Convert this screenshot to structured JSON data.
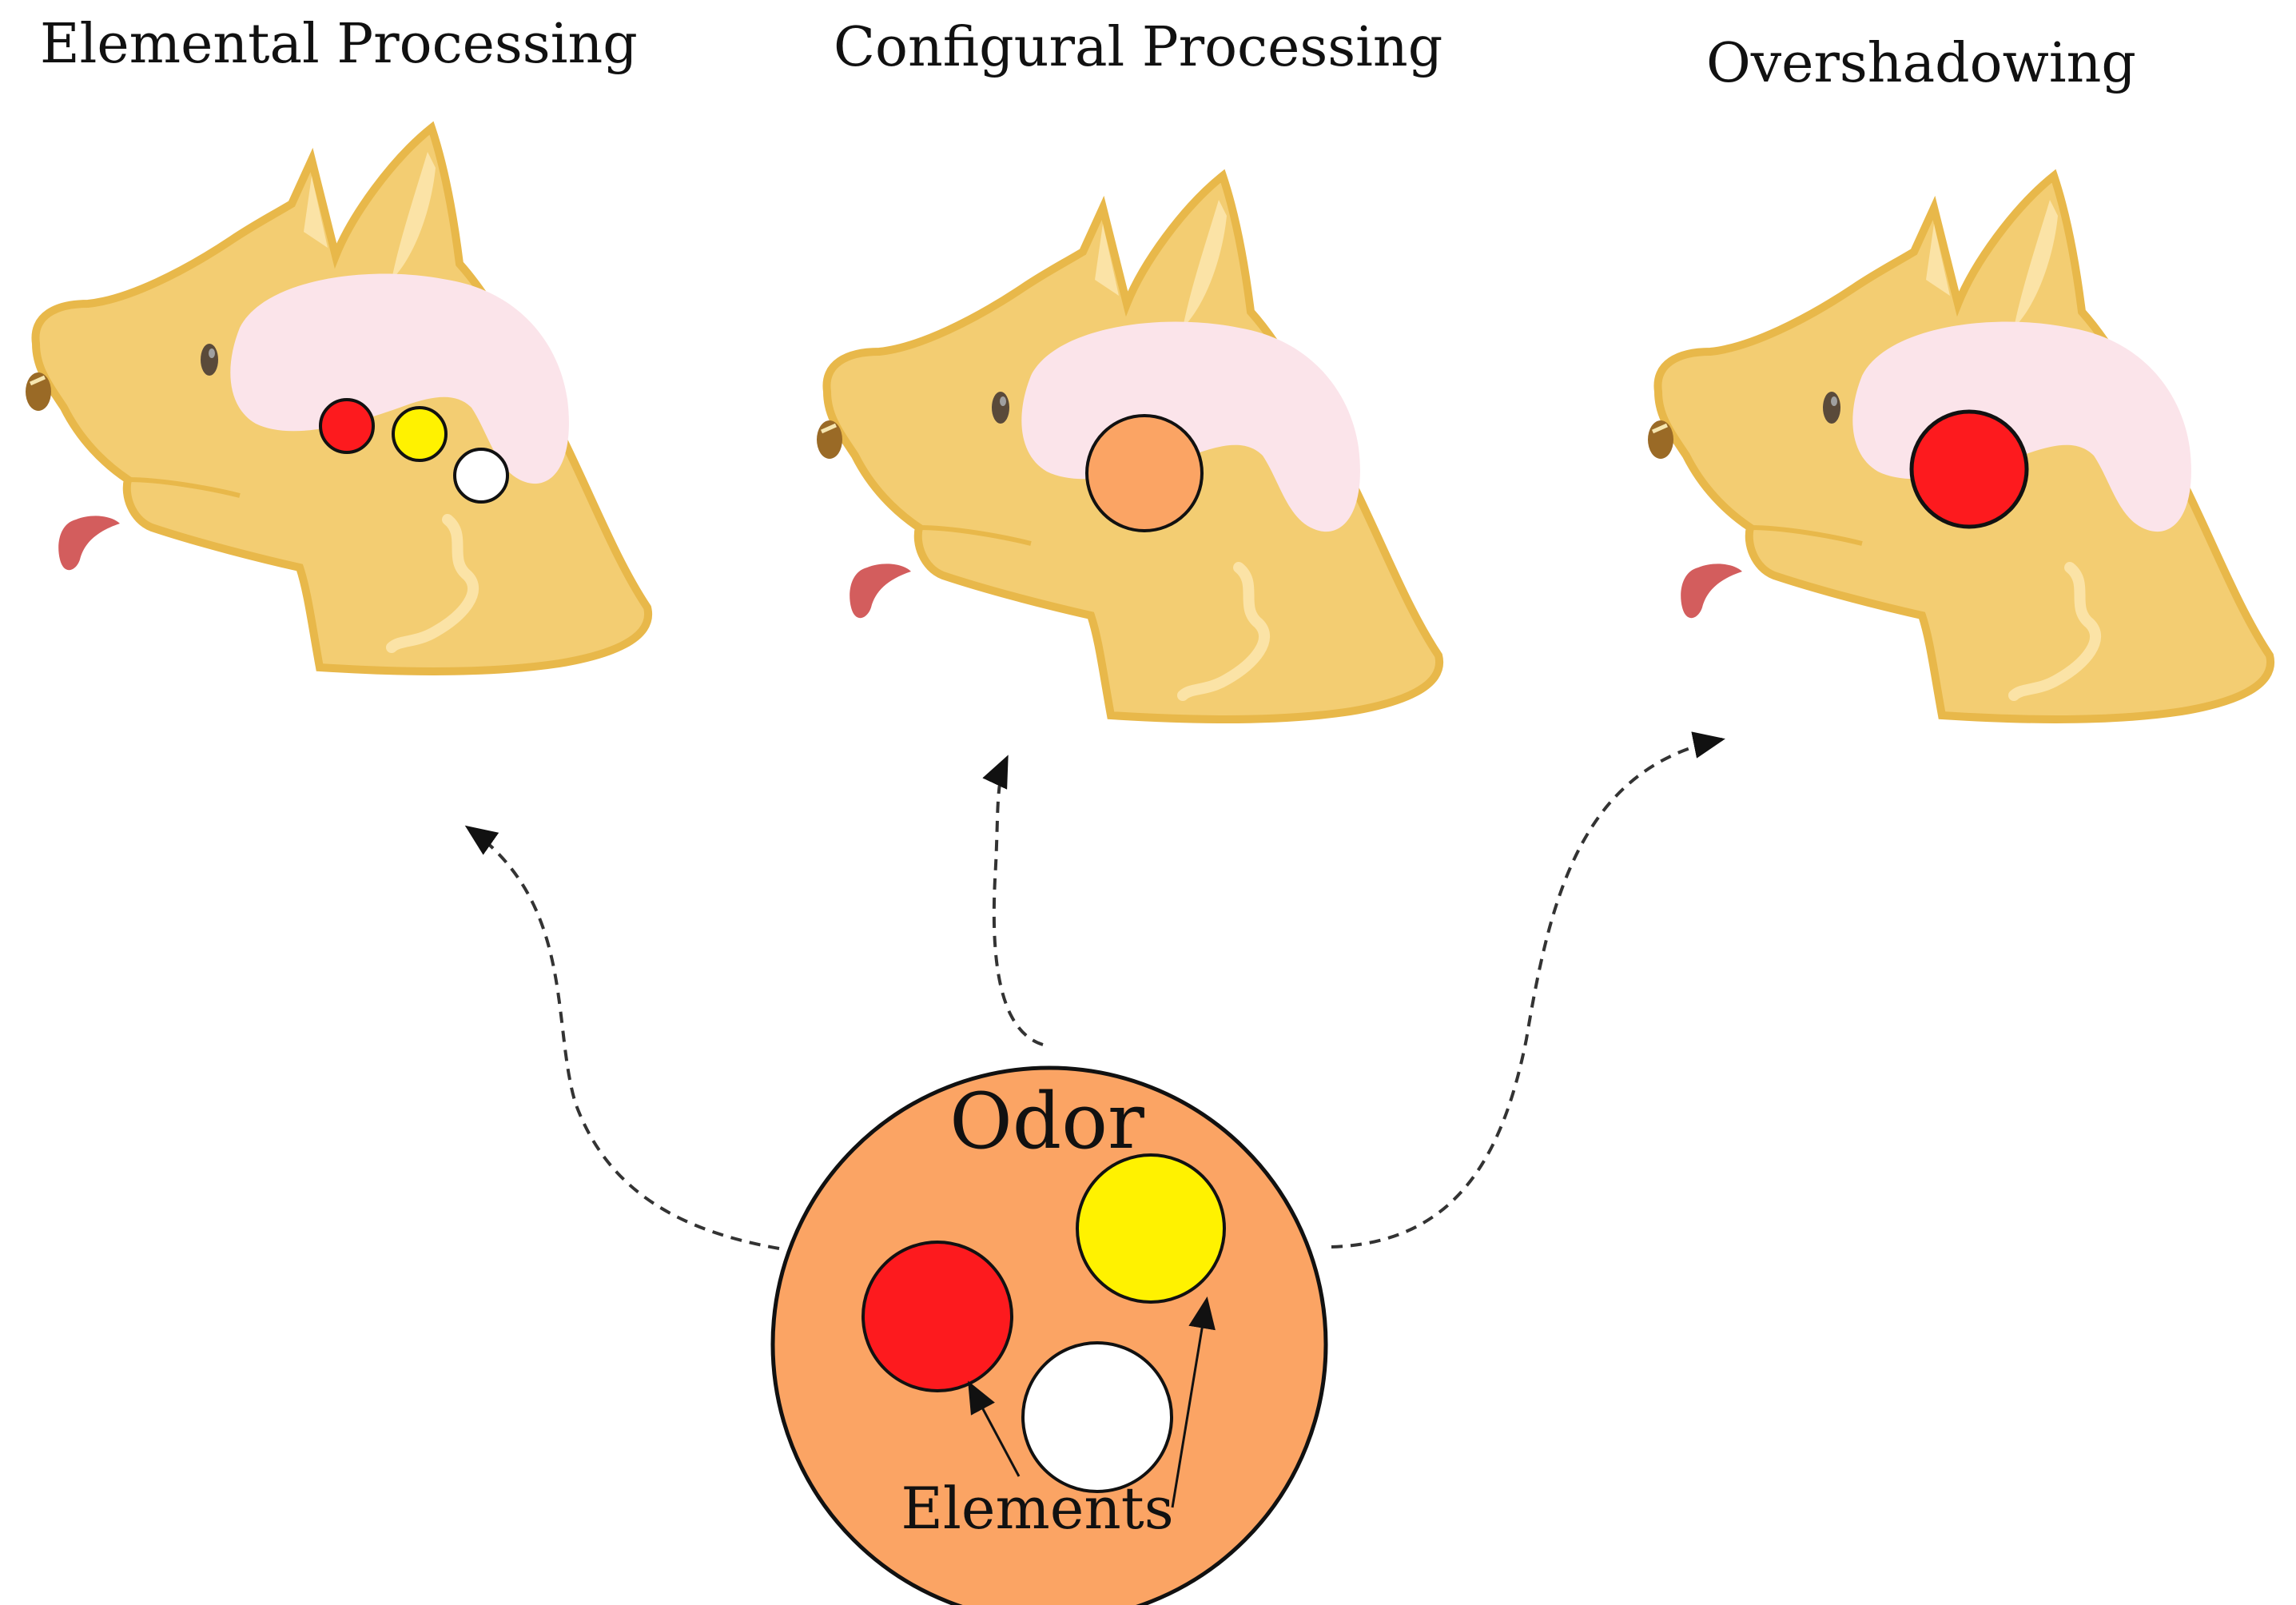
{
  "panels": [
    {
      "title": "Elemental Processing"
    },
    {
      "title": "Configural Processing"
    },
    {
      "title": "Overshadowing"
    }
  ],
  "odor": {
    "label": "Odor",
    "elements_label": "Elements"
  },
  "colors": {
    "dog_fill": "#f3cd72",
    "dog_outline": "#e8b84a",
    "dog_highlight": "#fbe3a6",
    "brain": "#fbe4ea",
    "odor_fill": "#fba464",
    "red": "#fd1a1e",
    "yellow": "#fff200",
    "white": "#ffffff",
    "tongue": "#d35d5d",
    "nose": "#9a6a26"
  }
}
